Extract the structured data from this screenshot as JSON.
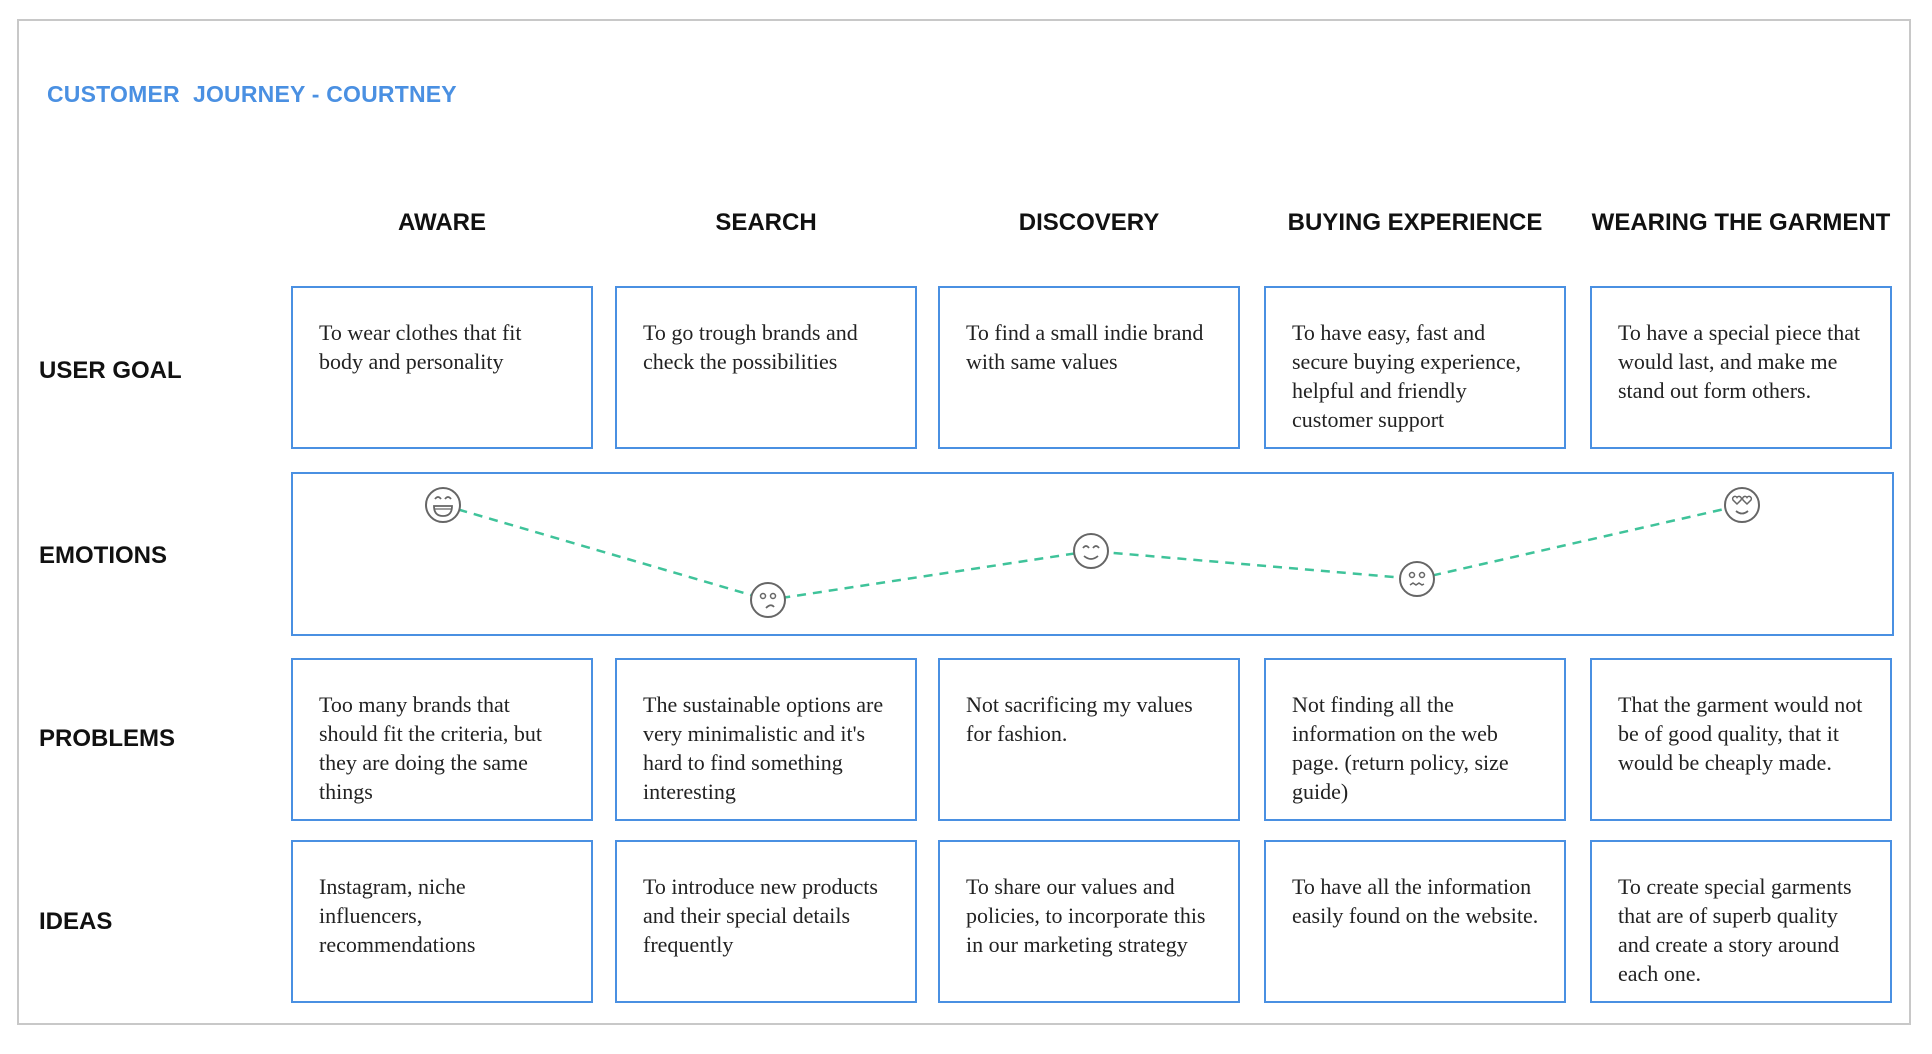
{
  "title": "CUSTOMER  JOURNEY - COURTNEY",
  "stages": [
    "AWARE",
    "SEARCH",
    "DISCOVERY",
    "BUYING EXPERIENCE",
    "WEARING THE GARMENT"
  ],
  "rows": {
    "user_goal": "USER GOAL",
    "emotions": "EMOTIONS",
    "problems": "PROBLEMS",
    "ideas": "IDEAS"
  },
  "user_goals": [
    "To wear clothes that fit body and personality",
    "To go trough brands and check the possibilities",
    "To find a small indie brand with same values",
    "To have easy, fast and secure  buying experience, helpful and friendly customer support",
    "To have a special piece that would last, and make me stand out form others."
  ],
  "problems": [
    "Too many brands that should fit the criteria, but they are doing the same things",
    "The sustainable options are very minimalistic and it's hard to find  something interesting",
    "Not sacrificing my values for fashion.",
    "Not finding all the information on the web page. (return policy, size guide)",
    "That the garment would not be of good quality, that it would be cheaply made."
  ],
  "ideas": [
    "Instagram, niche influencers, recommendations",
    "To introduce new products and their special details frequently",
    "To share our values and policies, to incorporate this in our marketing strategy",
    "To have all the information easily found on the website.",
    "To create special garments that are of superb quality and create a story around each one."
  ],
  "emotions": [
    {
      "stage": "AWARE",
      "icon": "grinning-face-icon"
    },
    {
      "stage": "SEARCH",
      "icon": "confused-face-icon"
    },
    {
      "stage": "DISCOVERY",
      "icon": "smiling-face-icon"
    },
    {
      "stage": "BUYING EXPERIENCE",
      "icon": "worried-face-icon"
    },
    {
      "stage": "WEARING THE GARMENT",
      "icon": "heart-eyes-face-icon"
    }
  ],
  "colors": {
    "accent": "#4a90e2",
    "emotion_line": "#3fc39a",
    "frame": "#c8c8c8"
  }
}
